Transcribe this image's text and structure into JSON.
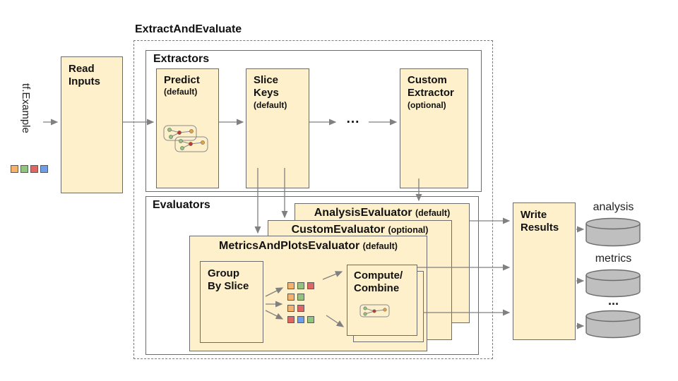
{
  "diagram": {
    "title": "ExtractAndEvaluate"
  },
  "input": {
    "label": "tf.Example",
    "squares": [
      "#F6B26B",
      "#93C47D",
      "#E06666",
      "#6D9EEB"
    ]
  },
  "read_inputs": {
    "lines": [
      "Read",
      "Inputs"
    ]
  },
  "extractors": {
    "label": "Extractors",
    "predict": {
      "lines": [
        "Predict"
      ],
      "subtitle": "(default)"
    },
    "slice_keys": {
      "lines": [
        "Slice",
        "Keys"
      ],
      "subtitle": "(default)"
    },
    "ellipsis": "...",
    "custom_extractor": {
      "lines": [
        "Custom",
        "Extractor"
      ],
      "subtitle": "(optional)"
    }
  },
  "evaluators": {
    "label": "Evaluators",
    "analysis": {
      "title": "AnalysisEvaluator",
      "subtitle": "(default)"
    },
    "custom": {
      "title": "CustomEvaluator",
      "subtitle": "(optional)"
    },
    "metrics_plots": {
      "title": "MetricsAndPlotsEvaluator",
      "subtitle": "(default)"
    },
    "group_by_slice": {
      "lines": [
        "Group",
        "By Slice"
      ]
    },
    "compute_combine": {
      "lines": [
        "Compute/",
        "Combine"
      ]
    },
    "slice_grid": [
      [
        "#F6B26B",
        "#93C47D",
        "#E06666"
      ],
      [
        "#F6B26B",
        "#93C47D"
      ],
      [
        "#F6B26B",
        "#E06666"
      ],
      [
        "#E06666",
        "#6D9EEB",
        "#93C47D"
      ]
    ]
  },
  "write_results": {
    "lines": [
      "Write",
      "Results"
    ]
  },
  "outputs": [
    {
      "label": "analysis"
    },
    {
      "label": "metrics"
    },
    {
      "label": "..."
    }
  ],
  "colors": {
    "box_fill": "#FEF0CB",
    "box_border": "#6B6B6B",
    "arrow": "#808080",
    "cylinder_fill": "#BFBFBF",
    "node_green": "#93C47D",
    "node_red": "#C0392B",
    "node_yellow": "#E8A33D",
    "square_orange": "#F6B26B",
    "square_green": "#93C47D",
    "square_red": "#E06666",
    "square_blue": "#6D9EEB"
  }
}
